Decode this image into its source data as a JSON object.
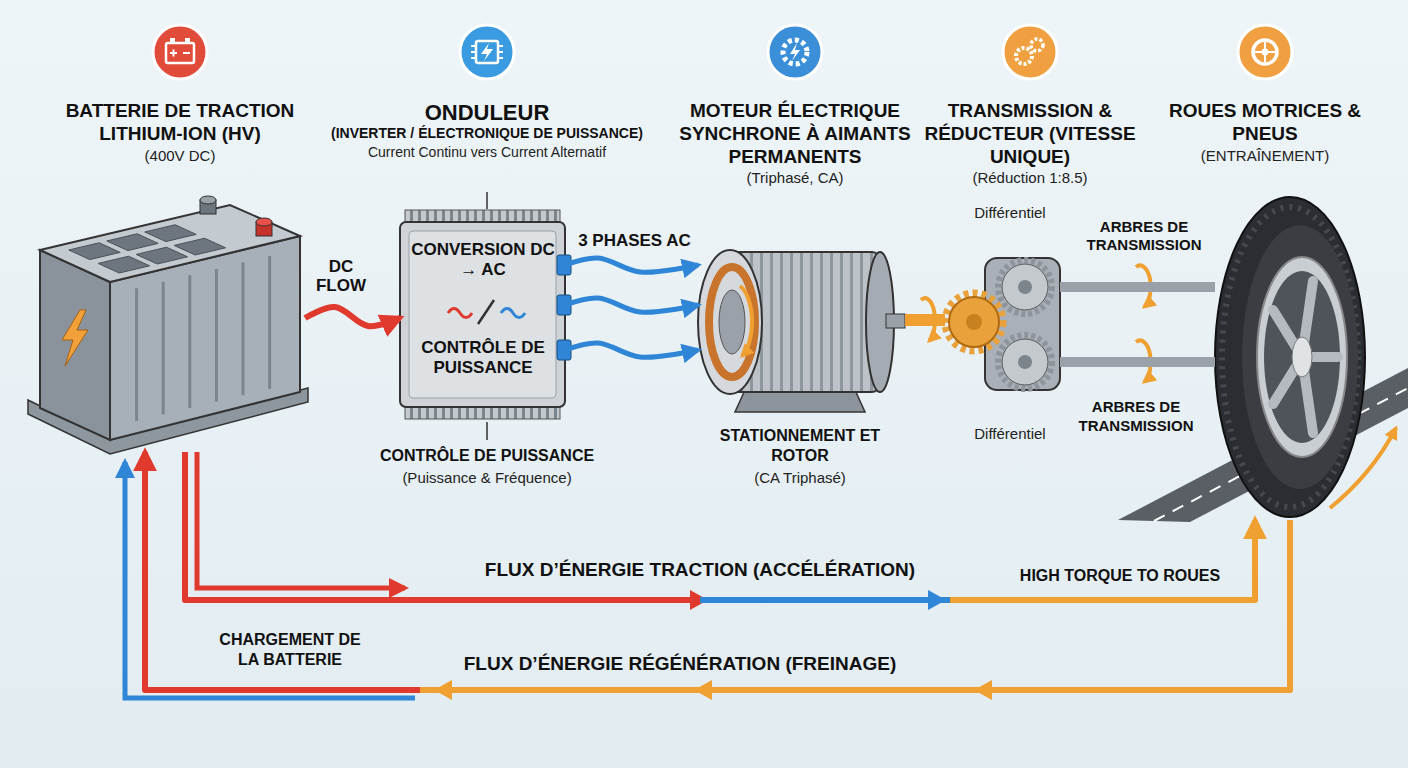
{
  "diagram": {
    "nodes": [
      {
        "text": [
          "BATTERIE DE TRACTION LITHIUM-ION (HV)",
          "(400V DC)"
        ]
      },
      {
        "text": [
          "ONDULEUR",
          "(INVERTER / ÉLECTRONIQUE DE PUISSANCE)",
          "Current Continu vers Current Alternatif",
          "CONVERSION DC → AC",
          "CONTRÔLE DE PUISSANCE"
        ]
      },
      {
        "text": [
          "MOTEUR ÉLECTRIQUE SYNCHRONE À AIMANTS PERMANENTS",
          "(Triphasé, CA)"
        ]
      },
      {
        "text": [
          "TRANSMISSION & RÉDUCTEUR (VITESSE UNIQUE)",
          "(Réduction 1:8.5)"
        ]
      },
      {
        "text": [
          "ROUES MOTRICES & PNEUS",
          "(ENTRAÎNEMENT)"
        ]
      }
    ],
    "edges": [
      {
        "from": 0,
        "to": 1,
        "label": "DC FLOW",
        "arrow": "to"
      },
      {
        "from": 1,
        "to": 2,
        "label": "3 PHASES AC",
        "arrow": "to"
      },
      {
        "from": 1,
        "to": 2,
        "arrow": "to"
      },
      {
        "from": 1,
        "to": 2,
        "arrow": "to"
      },
      {
        "from": 2,
        "to": 3,
        "arrow": "none"
      },
      {
        "from": 3,
        "to": 4,
        "label": "ARBRES DE TRANSMISSION",
        "arrow": "none"
      },
      {
        "from": 3,
        "to": 4,
        "label": "ARBRES DE TRANSMISSION",
        "arrow": "none"
      },
      {
        "from": 0,
        "to": 4,
        "label": "FLUX D’ÉNERGIE TRACTION (ACCÉLÉRATION)",
        "arrow": "to"
      },
      {
        "from": 4,
        "to": 0,
        "label": "FLUX D’ÉNERGIE RÉGÉNÉRATION (FREINAGE)",
        "arrow": "to"
      }
    ],
    "labels": [
      "CONTRÔLE DE PUISSANCE",
      "(Puissance & Fréquence)",
      "STATIONNEMENT ET ROTOR",
      "(CA Triphasé)",
      "Différentiel",
      "Différentiel",
      "HIGH TORQUE TO ROUES",
      "CHARGEMENT DE LA BATTERIE"
    ]
  }
}
